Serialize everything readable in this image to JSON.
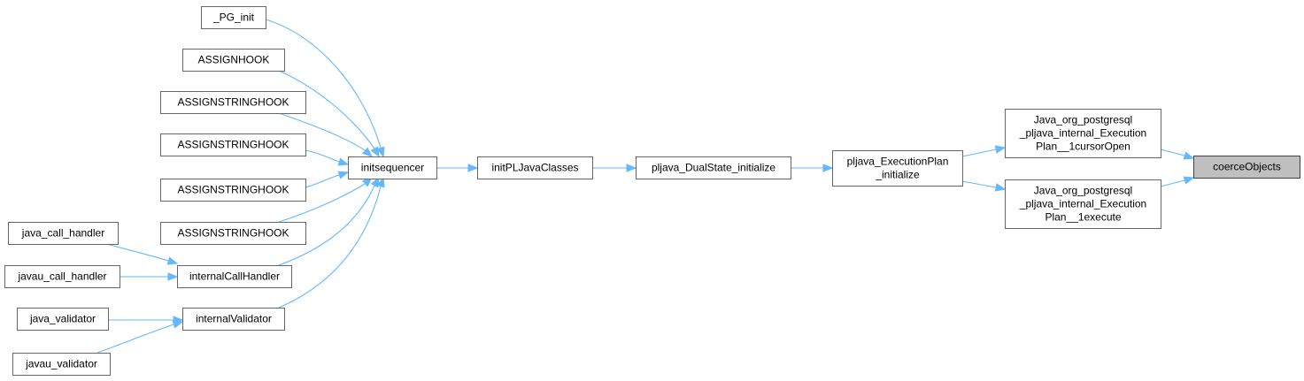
{
  "diagram": {
    "nodes": [
      {
        "id": "coerceObjects",
        "lines": [
          "coerceObjects"
        ],
        "root": true
      },
      {
        "id": "cursorOpen",
        "lines": [
          "Java_org_postgresql",
          "_pljava_internal_Execution",
          "Plan__1cursorOpen"
        ]
      },
      {
        "id": "execute",
        "lines": [
          "Java_org_postgresql",
          "_pljava_internal_Execution",
          "Plan__1execute"
        ]
      },
      {
        "id": "ep_init",
        "lines": [
          "pljava_ExecutionPlan",
          "_initialize"
        ]
      },
      {
        "id": "ds_init",
        "lines": [
          "pljava_DualState_initialize"
        ]
      },
      {
        "id": "initPLJavaClasses",
        "lines": [
          "initPLJavaClasses"
        ]
      },
      {
        "id": "initsequencer",
        "lines": [
          "initsequencer"
        ]
      },
      {
        "id": "pg_init",
        "lines": [
          "_PG_init"
        ]
      },
      {
        "id": "assignhook",
        "lines": [
          "ASSIGNHOOK"
        ]
      },
      {
        "id": "ash1",
        "lines": [
          "ASSIGNSTRINGHOOK"
        ]
      },
      {
        "id": "ash2",
        "lines": [
          "ASSIGNSTRINGHOOK"
        ]
      },
      {
        "id": "ash3",
        "lines": [
          "ASSIGNSTRINGHOOK"
        ]
      },
      {
        "id": "ash4",
        "lines": [
          "ASSIGNSTRINGHOOK"
        ]
      },
      {
        "id": "internalCallHandler",
        "lines": [
          "internalCallHandler"
        ]
      },
      {
        "id": "internalValidator",
        "lines": [
          "internalValidator"
        ]
      },
      {
        "id": "java_call_handler",
        "lines": [
          "java_call_handler"
        ]
      },
      {
        "id": "javau_call_handler",
        "lines": [
          "javau_call_handler"
        ]
      },
      {
        "id": "java_validator",
        "lines": [
          "java_validator"
        ]
      },
      {
        "id": "javau_validator",
        "lines": [
          "javau_validator"
        ]
      }
    ],
    "edges": [
      {
        "from": "cursorOpen",
        "to": "coerceObjects"
      },
      {
        "from": "execute",
        "to": "coerceObjects"
      },
      {
        "from": "ep_init",
        "to": "cursorOpen"
      },
      {
        "from": "ep_init",
        "to": "execute"
      },
      {
        "from": "ds_init",
        "to": "ep_init"
      },
      {
        "from": "initPLJavaClasses",
        "to": "ds_init"
      },
      {
        "from": "initsequencer",
        "to": "initPLJavaClasses"
      },
      {
        "from": "pg_init",
        "to": "initsequencer"
      },
      {
        "from": "assignhook",
        "to": "initsequencer"
      },
      {
        "from": "ash1",
        "to": "initsequencer"
      },
      {
        "from": "ash2",
        "to": "initsequencer"
      },
      {
        "from": "ash3",
        "to": "initsequencer"
      },
      {
        "from": "ash4",
        "to": "initsequencer"
      },
      {
        "from": "internalCallHandler",
        "to": "initsequencer"
      },
      {
        "from": "internalValidator",
        "to": "initsequencer"
      },
      {
        "from": "java_call_handler",
        "to": "internalCallHandler"
      },
      {
        "from": "javau_call_handler",
        "to": "internalCallHandler"
      },
      {
        "from": "java_validator",
        "to": "internalValidator"
      },
      {
        "from": "javau_validator",
        "to": "internalValidator"
      }
    ]
  }
}
